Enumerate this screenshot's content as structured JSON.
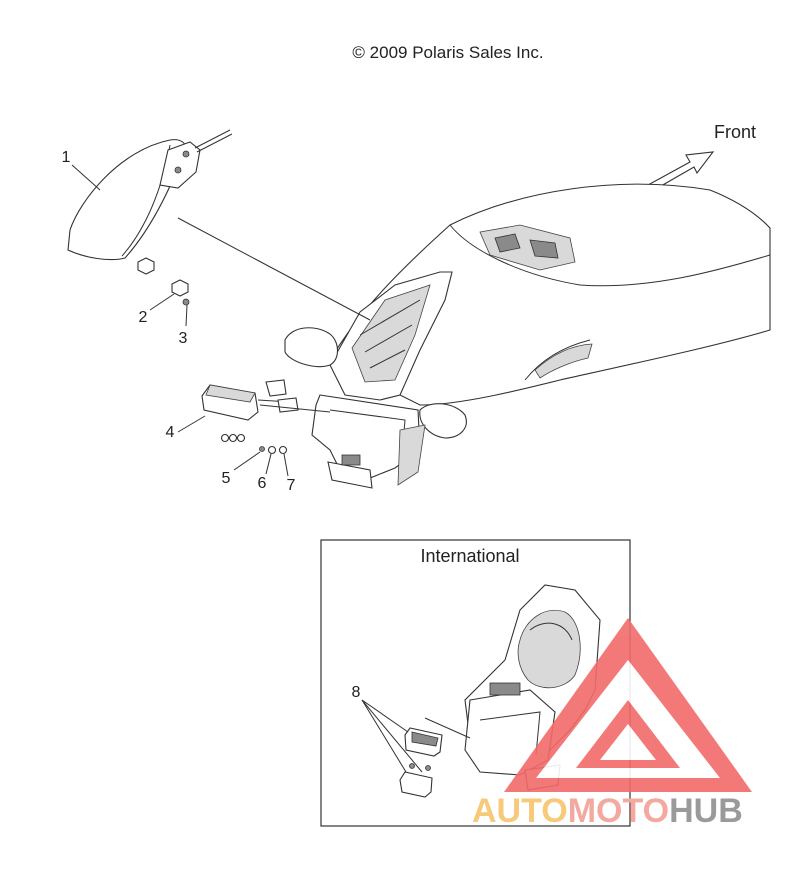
{
  "copyright": "© 2009 Polaris Sales Inc.",
  "direction_label": "Front",
  "inset_title": "International",
  "callouts": [
    "1",
    "2",
    "3",
    "4",
    "5",
    "6",
    "7",
    "8"
  ],
  "watermark": {
    "auto": "AUTO",
    "moto": "MOTO",
    "hub": "HUB",
    "colors": {
      "auto": "#f7c97a",
      "moto": "#f4a9a0",
      "hub": "#9a9a9a",
      "triangle": "#f26b6b"
    }
  }
}
